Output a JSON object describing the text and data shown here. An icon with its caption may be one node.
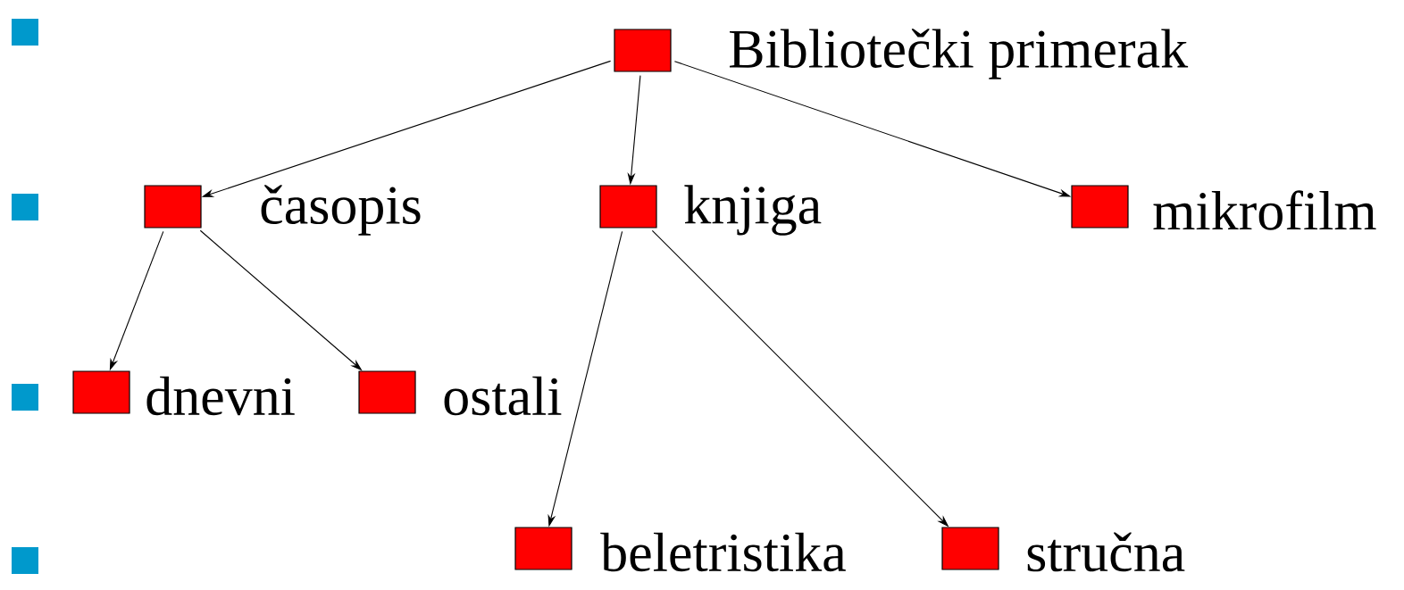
{
  "diagram": {
    "nodes": [
      {
        "text": [],
        "shape": "box",
        "beside": [
          "Bibliotečki primerak"
        ]
      },
      {
        "text": [],
        "shape": "box",
        "beside": [
          "časopis"
        ]
      },
      {
        "text": [],
        "shape": "box",
        "beside": [
          "knjiga"
        ]
      },
      {
        "text": [],
        "shape": "box",
        "beside": [
          "mikrofilm"
        ]
      },
      {
        "text": [],
        "shape": "box",
        "beside": [
          "dnevni"
        ]
      },
      {
        "text": [],
        "shape": "box",
        "beside": [
          "ostali"
        ]
      },
      {
        "text": [],
        "shape": "box",
        "beside": [
          "beletristika"
        ]
      },
      {
        "text": [],
        "shape": "box",
        "beside": [
          "stručna"
        ]
      }
    ],
    "edges": [
      {
        "from": 0,
        "to": 1,
        "arrow": "to"
      },
      {
        "from": 0,
        "to": 2,
        "arrow": "to"
      },
      {
        "from": 0,
        "to": 3,
        "arrow": "to"
      },
      {
        "from": 1,
        "to": 4,
        "arrow": "to"
      },
      {
        "from": 1,
        "to": 5,
        "arrow": "to"
      },
      {
        "from": 2,
        "to": 6,
        "arrow": "to"
      },
      {
        "from": 2,
        "to": 7,
        "arrow": "to"
      }
    ]
  }
}
